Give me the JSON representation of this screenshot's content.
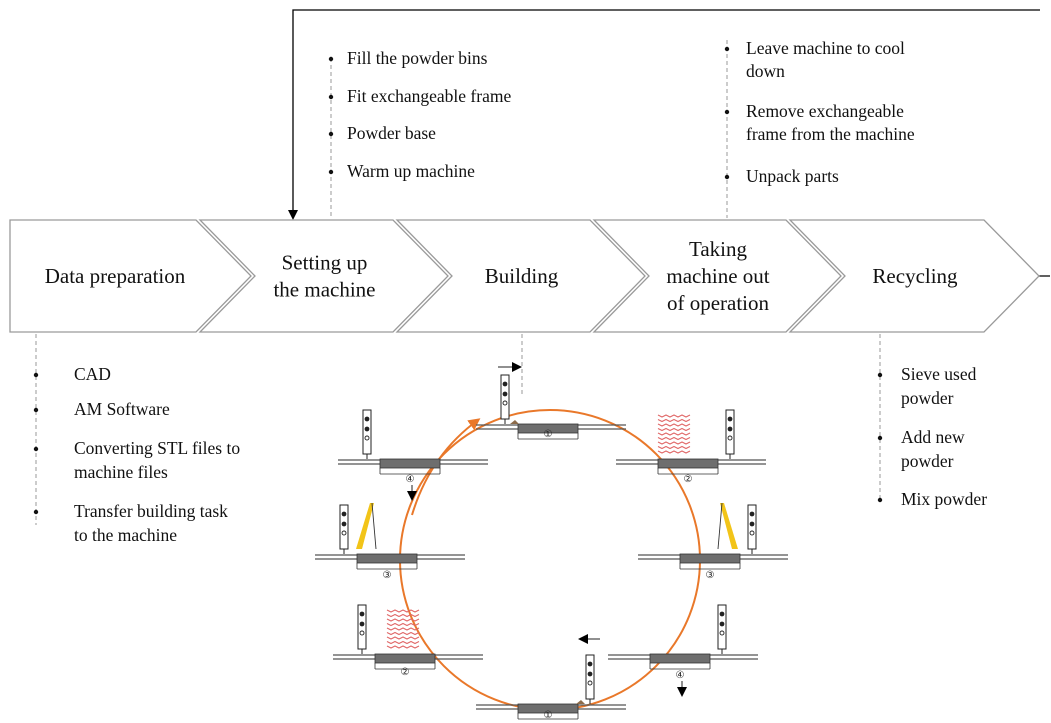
{
  "colors": {
    "chevron_stroke": "#9a9a9a",
    "arrow_orange": "#e9782a",
    "wave_red": "#e06666",
    "beam_yellow": "#f2c418",
    "platform_dark": "#6e6e6e"
  },
  "stages": [
    {
      "lines": [
        "Data preparation"
      ]
    },
    {
      "lines": [
        "Setting up",
        "the machine"
      ]
    },
    {
      "lines": [
        "Building"
      ]
    },
    {
      "lines": [
        "Taking",
        "machine out",
        "of operation"
      ]
    },
    {
      "lines": [
        "Recycling"
      ]
    }
  ],
  "bullets": {
    "setup": [
      {
        "lines": [
          "Fill the powder bins"
        ]
      },
      {
        "lines": [
          "Fit exchangeable frame"
        ]
      },
      {
        "lines": [
          "Powder base"
        ]
      },
      {
        "lines": [
          "Warm up machine"
        ]
      }
    ],
    "shutdown": [
      {
        "lines": [
          "Leave machine to cool",
          "down"
        ]
      },
      {
        "lines": [
          "Remove exchangeable",
          "frame from the machine"
        ]
      },
      {
        "lines": [
          "Unpack parts"
        ]
      }
    ],
    "data_prep": [
      {
        "lines": [
          "CAD"
        ]
      },
      {
        "lines": [
          "AM Software"
        ]
      },
      {
        "lines": [
          "Converting STL files to",
          "machine files"
        ]
      },
      {
        "lines": [
          "Transfer building task",
          "to the machine"
        ]
      }
    ],
    "recycling": [
      {
        "lines": [
          "Sieve used",
          "powder"
        ]
      },
      {
        "lines": [
          "Add new",
          "powder"
        ]
      },
      {
        "lines": [
          "Mix powder"
        ]
      }
    ]
  },
  "cycle_steps": [
    {
      "icon": "recoater-spread-icon",
      "number": "①"
    },
    {
      "icon": "laser-melt-icon",
      "number": "②"
    },
    {
      "icon": "scan-beam-icon",
      "number": "③"
    },
    {
      "icon": "platform-lower-icon",
      "number": "④"
    },
    {
      "icon": "recoater-spread-icon",
      "number": "①"
    },
    {
      "icon": "laser-melt-icon",
      "number": "②"
    },
    {
      "icon": "scan-beam-icon",
      "number": "③"
    },
    {
      "icon": "platform-lower-icon",
      "number": "④"
    }
  ]
}
